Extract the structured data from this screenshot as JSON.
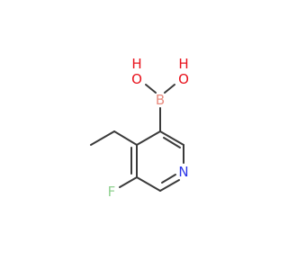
{
  "molecule": {
    "atoms": {
      "o1": {
        "symbol": "O",
        "h": "H",
        "color": "#e8121c"
      },
      "o2": {
        "symbol": "O",
        "h": "H",
        "color": "#e8121c"
      },
      "b": {
        "symbol": "B",
        "color": "#e88a7d"
      },
      "n": {
        "symbol": "N",
        "color": "#2a35e8"
      },
      "f": {
        "symbol": "F",
        "color": "#8fd08f"
      }
    },
    "bond_color": "#3a3a3a"
  }
}
